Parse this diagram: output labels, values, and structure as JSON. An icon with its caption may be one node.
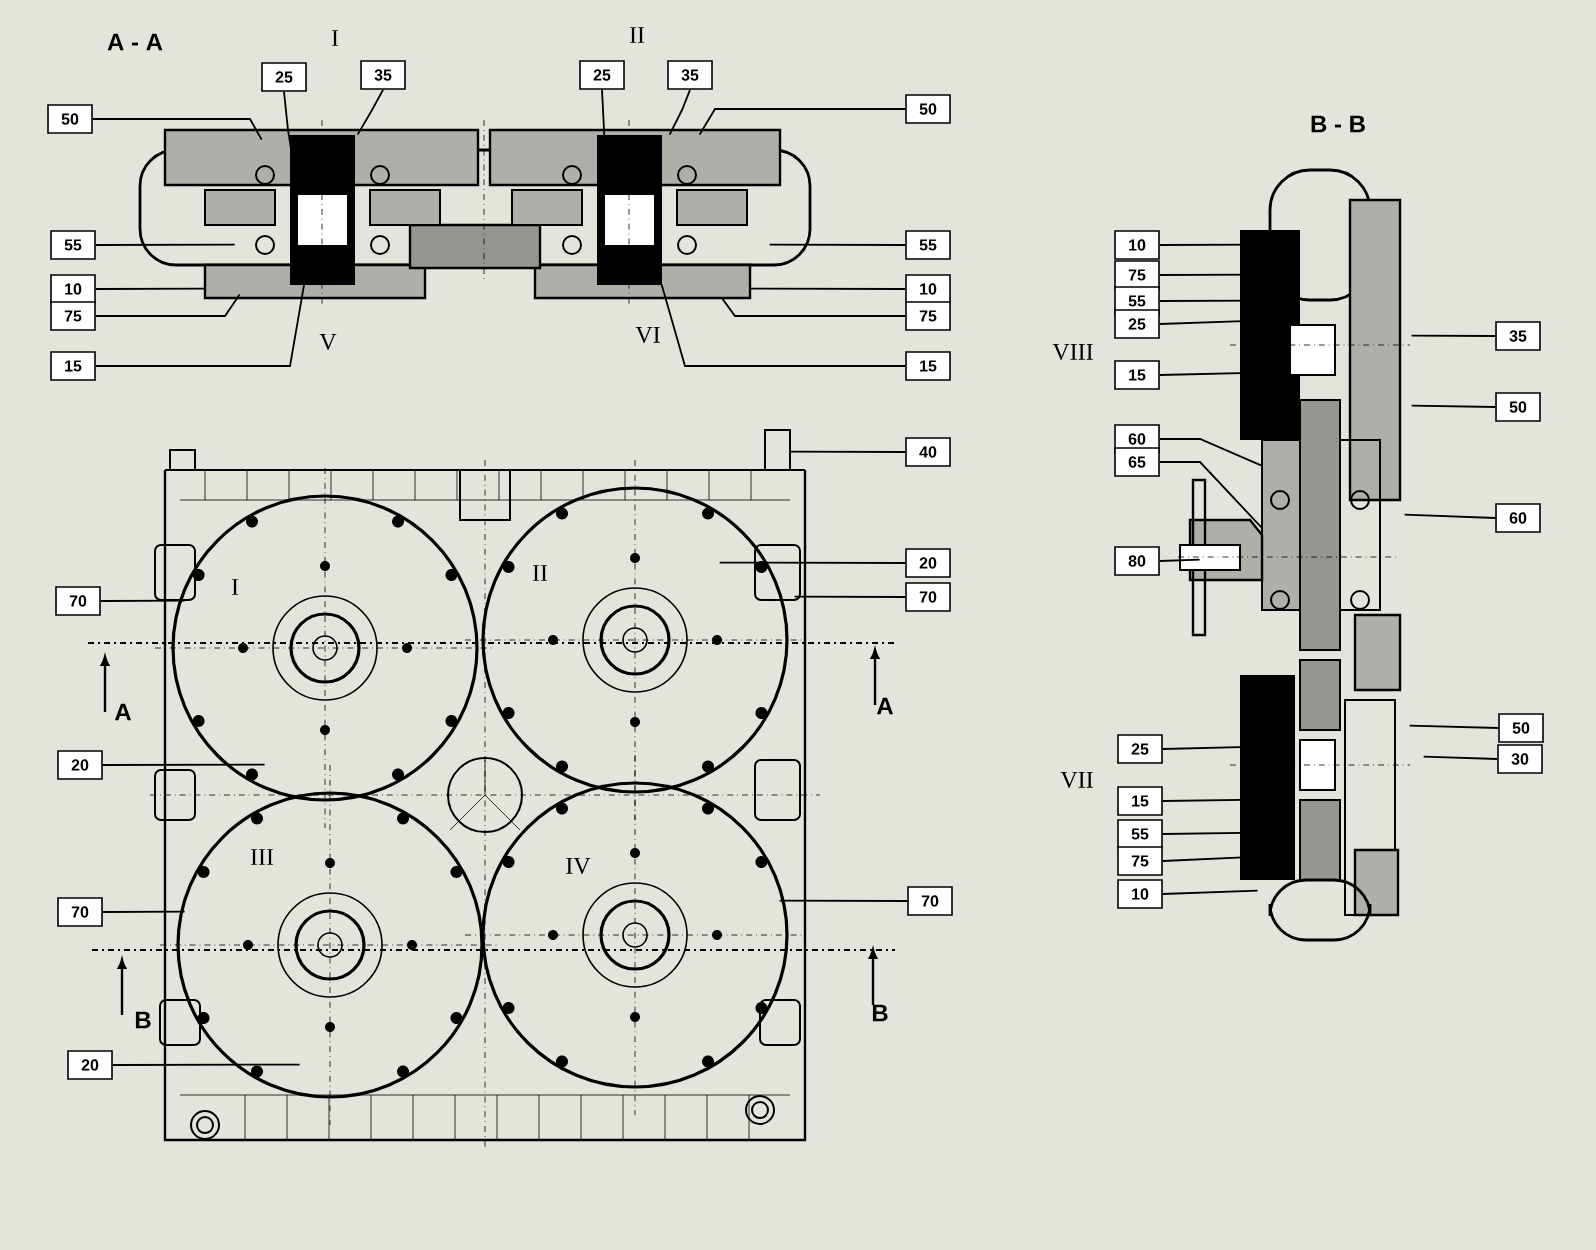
{
  "diagram": {
    "nodes": [
      {
        "text": [
          "50"
        ]
      },
      {
        "text": [
          "25"
        ]
      },
      {
        "text": [
          "35"
        ]
      },
      {
        "text": [
          "25"
        ]
      },
      {
        "text": [
          "35"
        ]
      },
      {
        "text": [
          "50"
        ]
      },
      {
        "text": [
          "55"
        ]
      },
      {
        "text": [
          "55"
        ]
      },
      {
        "text": [
          "10"
        ]
      },
      {
        "text": [
          "75"
        ]
      },
      {
        "text": [
          "15"
        ]
      },
      {
        "text": [
          "10"
        ]
      },
      {
        "text": [
          "75"
        ]
      },
      {
        "text": [
          "15"
        ]
      },
      {
        "text": [
          "40"
        ]
      },
      {
        "text": [
          "20"
        ]
      },
      {
        "text": [
          "70"
        ]
      },
      {
        "text": [
          "70"
        ]
      },
      {
        "text": [
          "20"
        ]
      },
      {
        "text": [
          "70"
        ]
      },
      {
        "text": [
          "70"
        ]
      },
      {
        "text": [
          "20"
        ]
      },
      {
        "text": [
          "10"
        ]
      },
      {
        "text": [
          "75"
        ]
      },
      {
        "text": [
          "55"
        ]
      },
      {
        "text": [
          "25"
        ]
      },
      {
        "text": [
          "35"
        ]
      },
      {
        "text": [
          "15"
        ]
      },
      {
        "text": [
          "50"
        ]
      },
      {
        "text": [
          "60"
        ]
      },
      {
        "text": [
          "65"
        ]
      },
      {
        "text": [
          "60"
        ]
      },
      {
        "text": [
          "80"
        ]
      },
      {
        "text": [
          "50"
        ]
      },
      {
        "text": [
          "25"
        ]
      },
      {
        "text": [
          "30"
        ]
      },
      {
        "text": [
          "15"
        ]
      },
      {
        "text": [
          "55"
        ]
      },
      {
        "text": [
          "75"
        ]
      },
      {
        "text": [
          "10"
        ]
      },
      {
        "text": [],
        "shape": "picture"
      },
      {
        "text": [],
        "shape": "picture"
      },
      {
        "text": [],
        "shape": "picture"
      }
    ],
    "edges": [
      {
        "from": 0,
        "to": 40,
        "arrow": "none"
      },
      {
        "from": 1,
        "to": 40,
        "arrow": "none"
      },
      {
        "from": 2,
        "to": 40,
        "arrow": "none"
      },
      {
        "from": 3,
        "to": 40,
        "arrow": "none"
      },
      {
        "from": 4,
        "to": 40,
        "arrow": "none"
      },
      {
        "from": 5,
        "to": 40,
        "arrow": "none"
      },
      {
        "from": 6,
        "to": 40,
        "arrow": "none"
      },
      {
        "from": 7,
        "to": 40,
        "arrow": "none"
      },
      {
        "from": 8,
        "to": 40,
        "arrow": "none"
      },
      {
        "from": 9,
        "to": 40,
        "arrow": "none"
      },
      {
        "from": 10,
        "to": 40,
        "arrow": "none"
      },
      {
        "from": 11,
        "to": 40,
        "arrow": "none"
      },
      {
        "from": 12,
        "to": 40,
        "arrow": "none"
      },
      {
        "from": 13,
        "to": 40,
        "arrow": "none"
      },
      {
        "from": 14,
        "to": 41,
        "arrow": "none"
      },
      {
        "from": 15,
        "to": 41,
        "arrow": "none"
      },
      {
        "from": 16,
        "to": 41,
        "arrow": "none"
      },
      {
        "from": 17,
        "to": 41,
        "arrow": "none"
      },
      {
        "from": 18,
        "to": 41,
        "arrow": "none"
      },
      {
        "from": 19,
        "to": 41,
        "arrow": "none"
      },
      {
        "from": 20,
        "to": 41,
        "arrow": "none"
      },
      {
        "from": 21,
        "to": 41,
        "arrow": "none"
      },
      {
        "from": 22,
        "to": 42,
        "arrow": "none"
      },
      {
        "from": 23,
        "to": 42,
        "arrow": "none"
      },
      {
        "from": 24,
        "to": 42,
        "arrow": "none"
      },
      {
        "from": 25,
        "to": 42,
        "arrow": "none"
      },
      {
        "from": 26,
        "to": 42,
        "arrow": "none"
      },
      {
        "from": 27,
        "to": 42,
        "arrow": "none"
      },
      {
        "from": 28,
        "to": 42,
        "arrow": "none"
      },
      {
        "from": 29,
        "to": 42,
        "arrow": "none"
      },
      {
        "from": 30,
        "to": 42,
        "arrow": "none"
      },
      {
        "from": 31,
        "to": 42,
        "arrow": "none"
      },
      {
        "from": 32,
        "to": 42,
        "arrow": "none"
      },
      {
        "from": 33,
        "to": 42,
        "arrow": "none"
      },
      {
        "from": 34,
        "to": 42,
        "arrow": "none"
      },
      {
        "from": 35,
        "to": 42,
        "arrow": "none"
      },
      {
        "from": 36,
        "to": 42,
        "arrow": "none"
      },
      {
        "from": 37,
        "to": 42,
        "arrow": "none"
      },
      {
        "from": 38,
        "to": 42,
        "arrow": "none"
      },
      {
        "from": 39,
        "to": 42,
        "arrow": "none"
      }
    ],
    "labels": [
      "A - A",
      "I",
      "II",
      "B - B",
      "V",
      "VI",
      "VIII",
      "I",
      "II",
      "A",
      "A",
      "VII",
      "III",
      "IV",
      "B",
      "B"
    ]
  }
}
